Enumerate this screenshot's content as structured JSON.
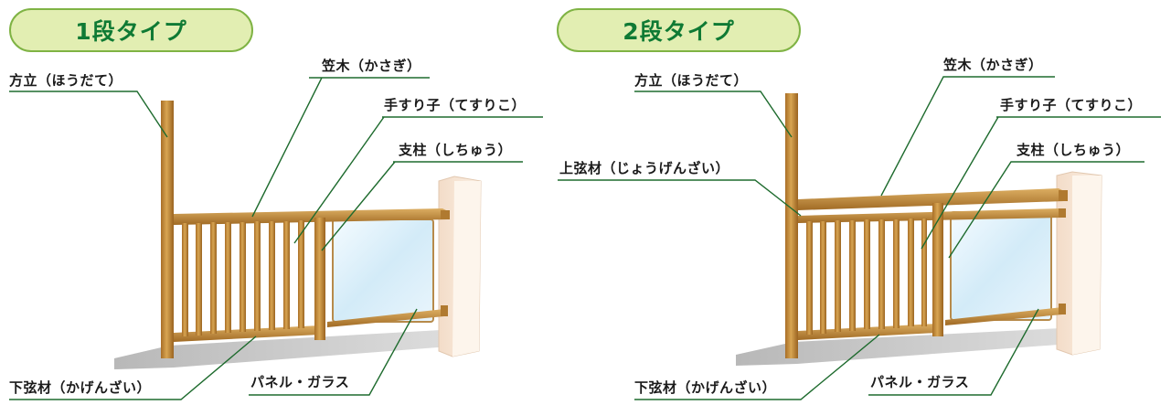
{
  "colors": {
    "pill_fill": "#e2eeb2",
    "pill_border": "#7fb344",
    "pill_text": "#0f7a34",
    "leader_line": "#1e6b2e",
    "wood": "#c8913f",
    "glass": "#cfe7f7"
  },
  "type1": {
    "title": "1段タイプ",
    "labels": {
      "houdate": "方立（ほうだて）",
      "kasagi": "笠木（かさぎ）",
      "tesuriko": "手すり子（てすりこ）",
      "shichuu": "支柱（しちゅう）",
      "kagenzai": "下弦材（かげんざい）",
      "panel": "パネル・ガラス"
    }
  },
  "type2": {
    "title": "2段タイプ",
    "labels": {
      "houdate": "方立（ほうだて）",
      "kasagi": "笠木（かさぎ）",
      "tesuriko": "手すり子（てすりこ）",
      "shichuu": "支柱（しちゅう）",
      "jougenzai": "上弦材（じょうげんざい）",
      "kagenzai": "下弦材（かげんざい）",
      "panel": "パネル・ガラス"
    }
  }
}
